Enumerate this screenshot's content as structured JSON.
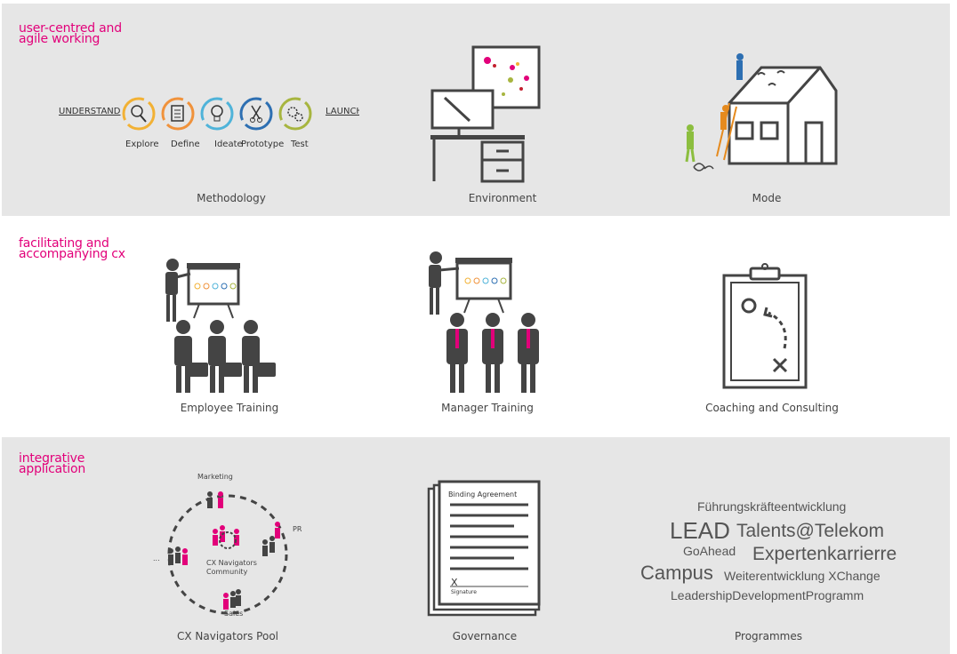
{
  "sections": [
    {
      "title": "user-centred and\nagile working",
      "items": [
        {
          "caption": "Methodology"
        },
        {
          "caption": "Environment"
        },
        {
          "caption": "Mode"
        }
      ]
    },
    {
      "title": "facilitating and\naccompanying cx",
      "items": [
        {
          "caption": "Employee Training"
        },
        {
          "caption": "Manager Training"
        },
        {
          "caption": "Coaching and Consulting"
        }
      ]
    },
    {
      "title": "integrative\napplication",
      "items": [
        {
          "caption": "CX Navigators Pool"
        },
        {
          "caption": "Governance"
        },
        {
          "caption": "Programmes"
        }
      ]
    }
  ],
  "methodology": {
    "start": "UNDERSTAND",
    "end": "LAUNCH",
    "steps": [
      "Explore",
      "Define",
      "Ideate",
      "Prototype",
      "Test"
    ],
    "step_colors": [
      "#f2b134",
      "#f0923b",
      "#4fb3d9",
      "#2d6fb2",
      "#a7b53f"
    ]
  },
  "pool": {
    "top": "Marketing",
    "right": "PR",
    "bottom": "Sales",
    "left": "...",
    "center": "CX Navigators\nCommunity"
  },
  "governance": {
    "doc_title": "Binding Agreement",
    "mark": "X",
    "signature": "Signature"
  },
  "programmes": [
    "Führungskräfteentwicklung",
    "LEAD",
    "Talents@Telekom",
    "GoAhead",
    "Expertenkarrierre",
    "Campus",
    "Weiterentwicklung XChange",
    "LeadershipDevelopmentProgramm"
  ],
  "colors": {
    "accent": "#e2007a",
    "icon_grey": "#444444",
    "band_grey": "#e6e6e6"
  }
}
